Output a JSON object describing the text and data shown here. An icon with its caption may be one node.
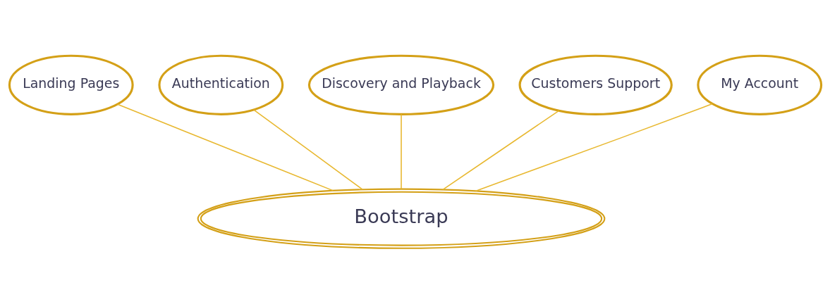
{
  "diagram": {
    "nodes": [
      {
        "text": [
          "Landing Pages"
        ]
      },
      {
        "text": [
          "Authentication"
        ]
      },
      {
        "text": [
          "Discovery and Playback"
        ]
      },
      {
        "text": [
          "Customers Support"
        ]
      },
      {
        "text": [
          "My Account"
        ]
      },
      {
        "text": [
          "Bootstrap"
        ]
      }
    ],
    "edges": [
      {
        "from": 0,
        "to": 5,
        "arrow": "none"
      },
      {
        "from": 1,
        "to": 5,
        "arrow": "none"
      },
      {
        "from": 2,
        "to": 5,
        "arrow": "none"
      },
      {
        "from": 3,
        "to": 5,
        "arrow": "none"
      },
      {
        "from": 4,
        "to": 5,
        "arrow": "none"
      }
    ]
  }
}
